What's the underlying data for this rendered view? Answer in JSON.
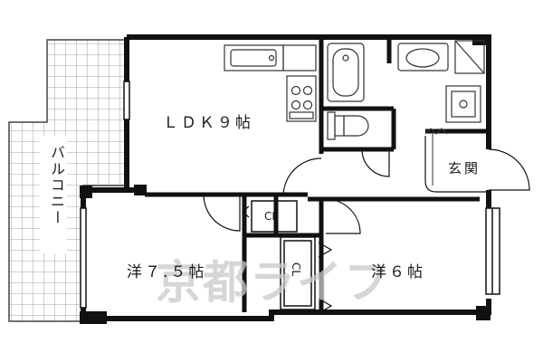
{
  "rooms": {
    "ldk": "ＬＤＫ９帖",
    "western_a": "洋７.５帖",
    "western_b": "洋６帖",
    "entrance": "玄関",
    "balcony": "バルコニー",
    "closet_a": "CL",
    "closet_b": "CL"
  },
  "watermark": "京都ライフ",
  "colors": {
    "wall": "#111111",
    "balcony_grid": "#888888",
    "fixture": "#333333",
    "watermark": "#c9c9c9"
  }
}
